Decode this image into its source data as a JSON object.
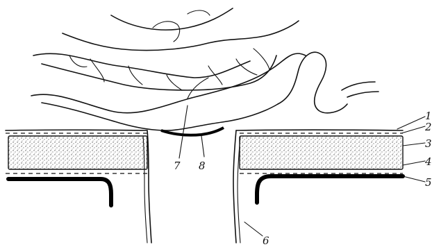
{
  "figure": {
    "labels": {
      "label_7": "7",
      "label_8": "8",
      "label_6": "6",
      "label_1": "1",
      "label_2": "2",
      "label_3": "3",
      "label_4": "4",
      "label_5": "5"
    },
    "colors": {
      "ink": "#111111",
      "background": "#ffffff",
      "stipple": "#555555"
    }
  }
}
